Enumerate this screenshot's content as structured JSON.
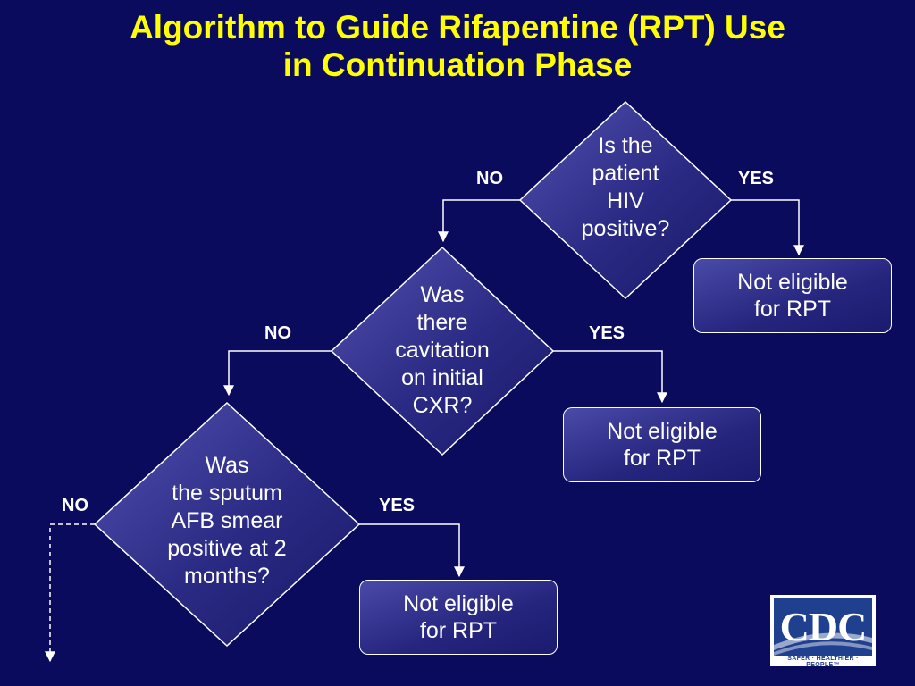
{
  "slide": {
    "title_line1": "Algorithm to Guide Rifapentine (RPT) Use",
    "title_line2": "in Continuation Phase"
  },
  "nodes": {
    "q_hiv": {
      "lines": [
        "Is the",
        "patient",
        "HIV",
        "positive?"
      ]
    },
    "q_cavitation": {
      "lines": [
        "Was",
        "there",
        "cavitation",
        "on initial",
        "CXR?"
      ]
    },
    "q_sputum": {
      "lines": [
        "Was",
        "the sputum",
        "AFB smear",
        "positive at 2",
        "months?"
      ]
    }
  },
  "outcomes": {
    "hiv_yes": {
      "lines": [
        "Not eligible",
        "for RPT"
      ]
    },
    "cavitation_yes": {
      "lines": [
        "Not eligible",
        "for RPT"
      ]
    },
    "sputum_yes": {
      "lines": [
        "Not eligible",
        "for RPT"
      ]
    }
  },
  "edge_labels": {
    "hiv_no": "NO",
    "hiv_yes": "YES",
    "cavitation_no": "NO",
    "cavitation_yes": "YES",
    "sputum_no": "NO",
    "sputum_yes": "YES"
  },
  "logo": {
    "wordmark": "CDC",
    "tagline": "SAFER · HEALTHIER · PEOPLE™"
  },
  "colors": {
    "background": "#0b0b5e",
    "title": "#ffff00",
    "text": "#ffffff",
    "node_fill_light": "#4a4aa8",
    "node_fill_dark": "#1a1a6e",
    "logo_blue": "#1f3f8f"
  }
}
